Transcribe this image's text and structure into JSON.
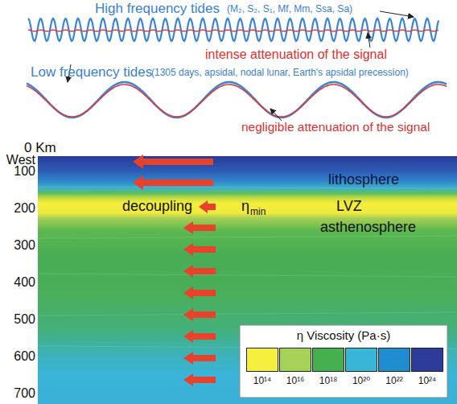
{
  "diagram": {
    "labels": [
      "High frequency tides",
      "(M₂, S₂, S₁, Mf, Mm, Ssa, Sa)",
      "intense attenuation of the signal",
      "Low frequency tides",
      "(1305 days, apsidal, nodal lunar, Earth's apsidal precession)",
      "negligible attenuation of the signal",
      "0 Km",
      "West",
      "100",
      "200",
      "300",
      "400",
      "500",
      "600",
      "700",
      "lithosphere",
      "decoupling",
      "η",
      "min",
      "LVZ",
      "asthenosphere",
      "η Viscosity (Pa·s)"
    ],
    "legend": [
      {
        "text": "10¹⁴",
        "color": "#f5f03c"
      },
      {
        "text": "10¹⁶",
        "color": "#a6d25a"
      },
      {
        "text": "10¹⁸",
        "color": "#45b050"
      },
      {
        "text": "10²⁰",
        "color": "#39b5d8"
      },
      {
        "text": "10²²",
        "color": "#1e8ccf"
      },
      {
        "text": "10²⁴",
        "color": "#2e3c99"
      }
    ]
  }
}
